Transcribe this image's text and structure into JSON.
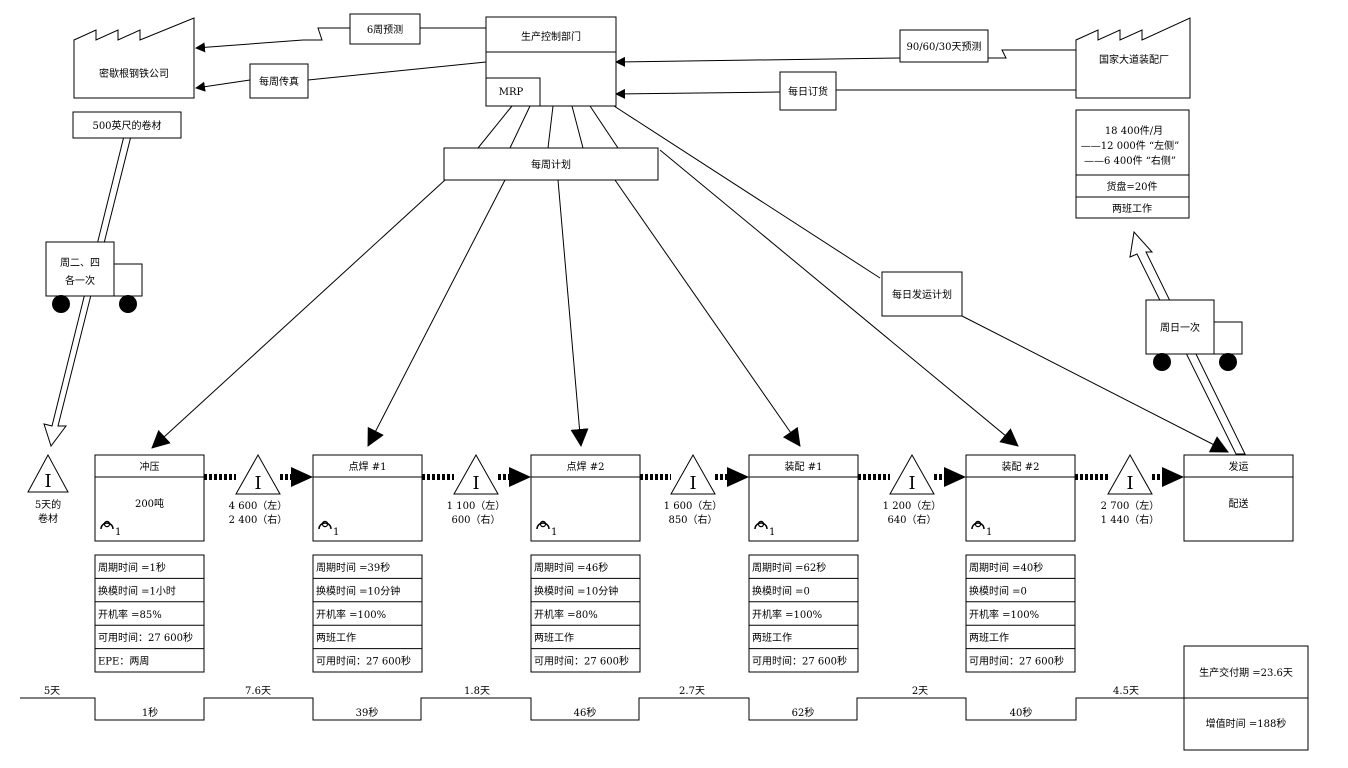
{
  "control": {
    "title": "生产控制部门",
    "mrp": "MRP",
    "weekly_plan": "每周计划",
    "daily_ship_plan": "每日发运计划"
  },
  "supplier": {
    "name": "密歇根钢铁公司",
    "spec": "500英尺的卷材",
    "forecast": "6周预测",
    "fax": "每周传真",
    "truck": [
      "周二、四",
      "各一次"
    ]
  },
  "customer": {
    "name": "国家大道装配厂",
    "forecast": "90/60/30天预测",
    "order": "每日订货",
    "demand": [
      "18 400件/月",
      "——12 000件 “左侧”",
      "——6 400件 “右侧”"
    ],
    "tray": "货盘=20件",
    "shifts": "两班工作",
    "truck": "周日一次"
  },
  "raw_inventory": [
    "5天的",
    "卷材"
  ],
  "processes": [
    {
      "name": "冲压",
      "note": "200吨",
      "operators": "1",
      "data": [
        "周期时间 =1秒",
        "换模时间 =1小时",
        "开机率 =85%",
        "可用时间：27 600秒",
        "EPE：两周"
      ]
    },
    {
      "name": "点焊 #1",
      "note": "",
      "operators": "1",
      "data": [
        "周期时间 =39秒",
        "换模时间 =10分钟",
        "开机率 =100%",
        "两班工作",
        "可用时间：27 600秒"
      ]
    },
    {
      "name": "点焊 #2",
      "note": "",
      "operators": "1",
      "data": [
        "周期时间 =46秒",
        "换模时间 =10分钟",
        "开机率 =80%",
        "两班工作",
        "可用时间：27 600秒"
      ]
    },
    {
      "name": "装配 #1",
      "note": "",
      "operators": "1",
      "data": [
        "周期时间 =62秒",
        "换模时间 =0",
        "开机率 =100%",
        "两班工作",
        "可用时间：27 600秒"
      ]
    },
    {
      "name": "装配 #2",
      "note": "",
      "operators": "1",
      "data": [
        "周期时间 =40秒",
        "换模时间 =0",
        "开机率 =100%",
        "两班工作",
        "可用时间：27 600秒"
      ]
    },
    {
      "name": "发运",
      "note": "配送",
      "operators": "",
      "data": []
    }
  ],
  "inventories": [
    [
      "4 600（左）",
      "2 400（右）"
    ],
    [
      "1 100（左）",
      "600（右）"
    ],
    [
      "1 600（左）",
      "850（右）"
    ],
    [
      "1 200（左）",
      "640（右）"
    ],
    [
      "2 700（左）",
      "1 440（右）"
    ]
  ],
  "timeline": {
    "waits": [
      "5天",
      "7.6天",
      "1.8天",
      "2.7天",
      "2天",
      "4.5天"
    ],
    "cycles": [
      "1秒",
      "39秒",
      "46秒",
      "62秒",
      "40秒"
    ],
    "lead_time": "生产交付期 =23.6天",
    "value_time": "增值时间 =188秒"
  }
}
